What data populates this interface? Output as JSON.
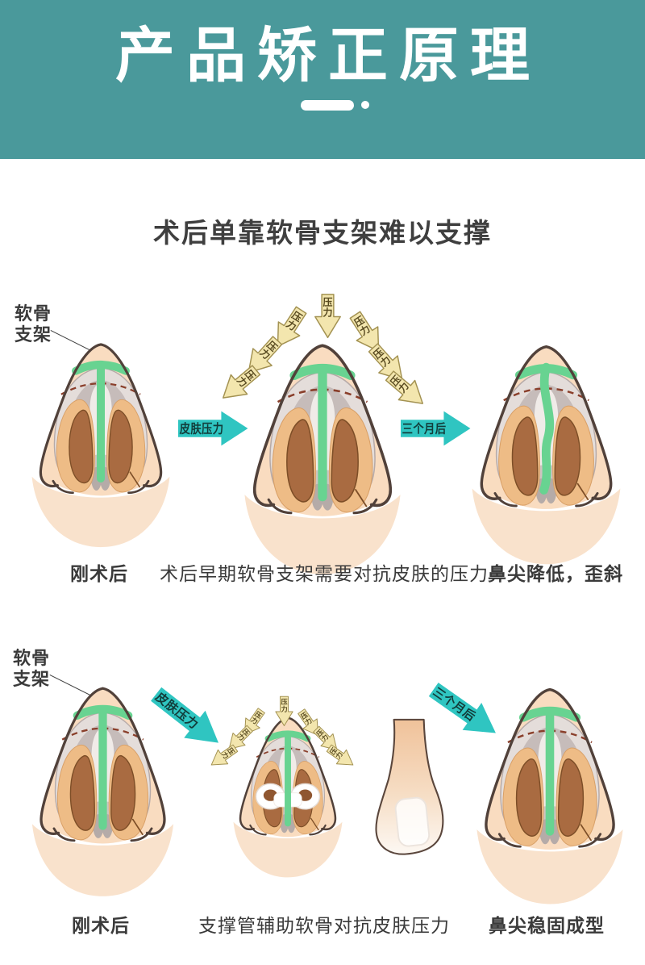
{
  "header": {
    "title": "产品矫正原理"
  },
  "subtitle": "术后单靠软骨支架难以支撑",
  "labels": {
    "cartilage_support_line1": "软骨",
    "cartilage_support_line2": "支架",
    "pressure_arrow": "压力",
    "skin_pressure_arrow": "皮肤压力",
    "three_months_arrow": "三个月后"
  },
  "row1": {
    "caption_left": "刚术后",
    "caption_middle": "术后早期软骨支架需要对抗皮肤的压力",
    "caption_right": "鼻尖降低，歪斜"
  },
  "row2": {
    "caption_left": "刚术后",
    "caption_middle": "支撑管辅助软骨对抗皮肤压力",
    "caption_right": "鼻尖稳固成型"
  },
  "colors": {
    "header_bg": "#4a999b",
    "teal_arrow": "#2fc5c1",
    "teal_arrow_text": "#123c3a",
    "pressure_arrow_fill": "#f3e6ae",
    "pressure_arrow_stroke": "#a39252",
    "pressure_arrow_text": "#57491f",
    "support_strut_green": "#68d391",
    "skin": "#f9dcc0"
  }
}
